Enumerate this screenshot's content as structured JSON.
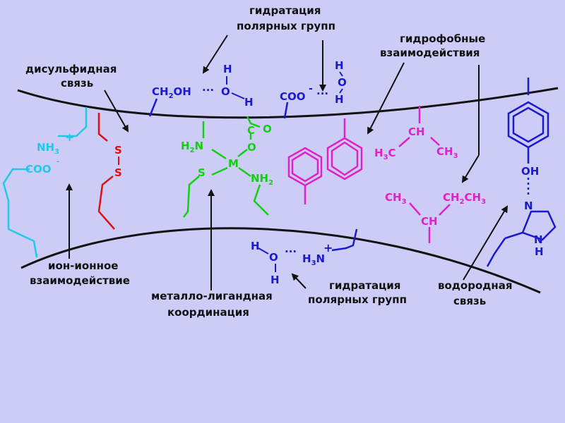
{
  "labels": {
    "hydration_top_1": "гидратация",
    "hydration_top_2": "полярных групп",
    "hydrophobic_1": "гидрофобные",
    "hydrophobic_2": "взаимодействия",
    "disulfide_1": "дисульфидная",
    "disulfide_2": "связь",
    "ionic_1": "ион-ионное",
    "ionic_2": "взаимодействие",
    "metal_1": "металло-лигандная",
    "metal_2": "координация",
    "hydration_bot_1": "гидратация",
    "hydration_bot_2": "полярных групп",
    "hbond_1": "водородная",
    "hbond_2": "связь"
  },
  "chem": {
    "ch2oh": "CH",
    "ch2oh_sub": "2",
    "ch2oh_end": "OH",
    "dots": "···",
    "h": "H",
    "o": "O",
    "coo": "COO",
    "minus": "-",
    "nh3": "NH",
    "nh3_sub": "3",
    "plus": "+",
    "s": "S",
    "h2n": "H",
    "h2n_sub": "2",
    "h2n_end": "N",
    "m": "M",
    "nh2": "NH",
    "nh2_sub": "2",
    "c": "C",
    "ch": "CH",
    "h3c": "H",
    "h3c_sub": "3",
    "h3c_end": "C",
    "ch3": "CH",
    "ch3_sub": "3",
    "ch2ch3": "CH",
    "ch2ch3_sub1": "2",
    "ch2ch3_mid": "CH",
    "ch2ch3_sub2": "3",
    "h3n": "H",
    "h3n_sub": "3",
    "h3n_end": "N",
    "oh": "OH",
    "n": "N"
  },
  "colors": {
    "background": "#ccccf6",
    "ink": "#111111",
    "blue": "#1a1ad0",
    "cyan": "#22c8e8",
    "red": "#e01010",
    "green": "#10d010",
    "magenta": "#e020c8"
  }
}
